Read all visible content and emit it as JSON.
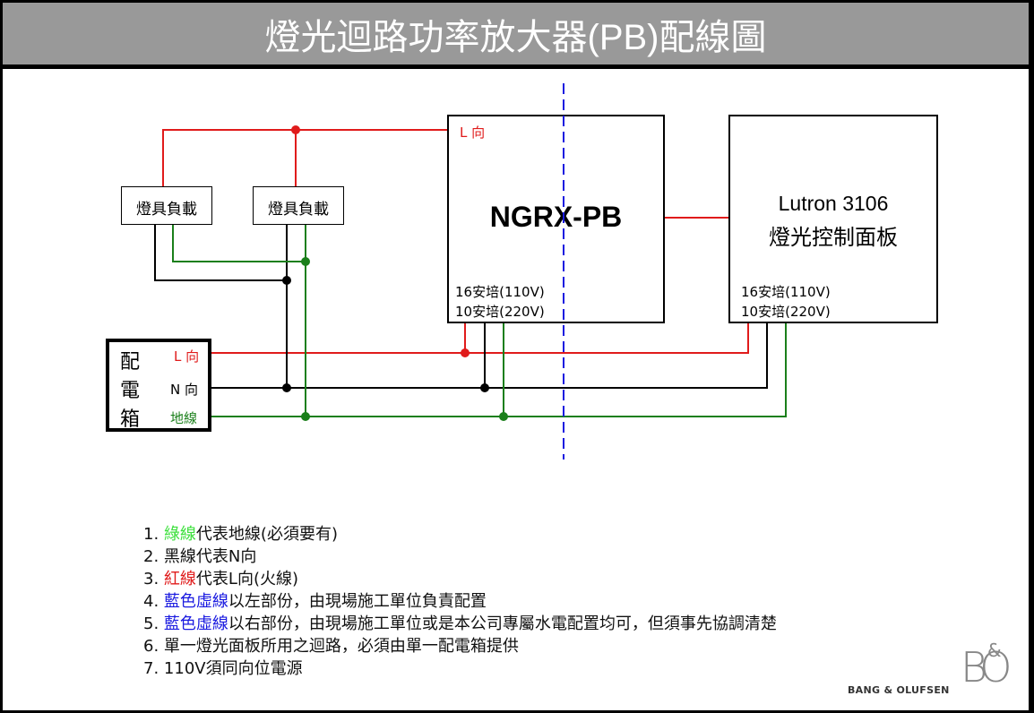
{
  "title": "燈光迴路功率放大器(PB)配線圖",
  "colors": {
    "live_wire": "#e01b1b",
    "neutral_wire": "#000000",
    "ground_wire": "#1a7f1a",
    "divider": "#1a1ae0",
    "title_bar": "#999999"
  },
  "loads": [
    {
      "label": "燈具負載"
    },
    {
      "label": "燈具負載"
    }
  ],
  "live_label_top": "L 向",
  "ngrx_box": {
    "name": "NGRX-PB",
    "rating_1": "16安培(110V)",
    "rating_2": "10安培(220V)"
  },
  "lutron_box": {
    "line1": "Lutron 3106",
    "line2": "燈光控制面板",
    "rating_1": "16安培(110V)",
    "rating_2": "10安培(220V)"
  },
  "panel": {
    "chars": [
      "配",
      "電",
      "箱"
    ],
    "terminals": {
      "live": "L 向",
      "neutral": "N 向",
      "ground": "地線"
    }
  },
  "notes": [
    {
      "num": "1.",
      "highlight": "綠線",
      "color": "green",
      "rest": "代表地線(必須要有)"
    },
    {
      "num": "2.",
      "highlight": "",
      "color": "",
      "rest": "黑線代表N向"
    },
    {
      "num": "3.",
      "highlight": "紅線",
      "color": "red",
      "rest": "代表L向(火線)"
    },
    {
      "num": "4.",
      "highlight": "藍色虛線",
      "color": "blue",
      "rest": "以左部份，由現場施工單位負責配置"
    },
    {
      "num": "5.",
      "highlight": "藍色虛線",
      "color": "blue",
      "rest": "以右部份，由現場施工單位或是本公司專屬水電配置均可，但須事先協調清楚"
    },
    {
      "num": "6.",
      "highlight": "",
      "color": "",
      "rest": "單一燈光面板所用之迴路，必須由單一配電箱提供"
    },
    {
      "num": "7.",
      "highlight": "",
      "color": "",
      "rest": "110V須同向位電源"
    }
  ],
  "logo": {
    "text": "BANG & OLUFSEN",
    "mark_top": "&",
    "mark_main": "BO"
  }
}
